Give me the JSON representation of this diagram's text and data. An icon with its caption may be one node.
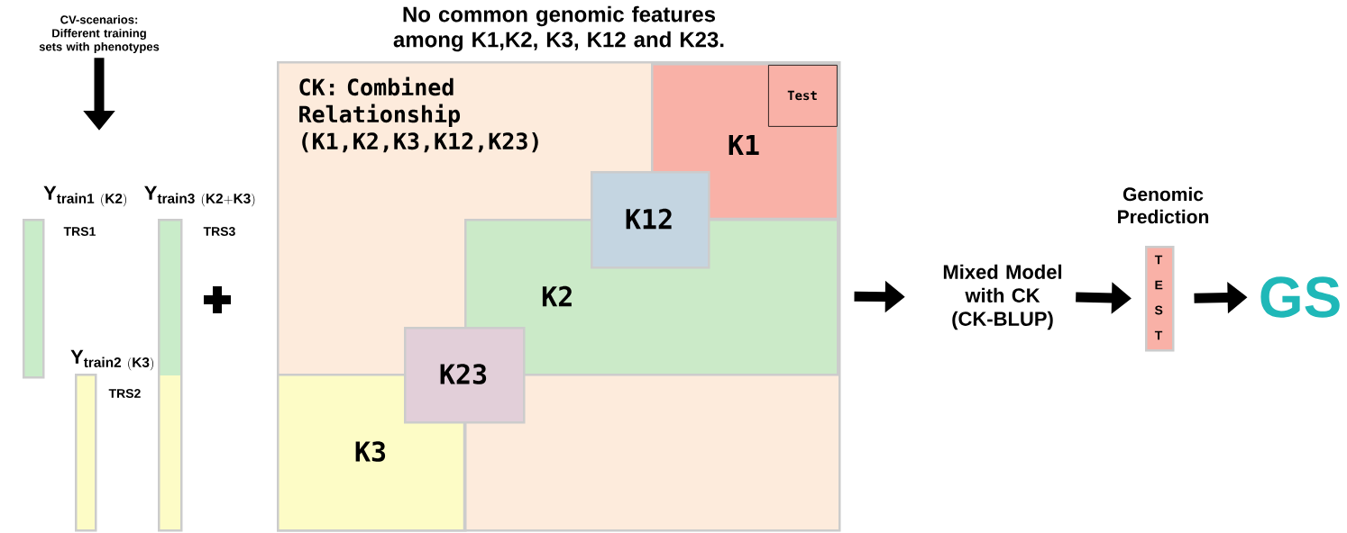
{
  "diagram": {
    "title": "No common genomic features among K1,K2, K3, K12 and K23.",
    "nodes": [
      {
        "text": [
          "CV-scenarios: Different training sets with phenotypes"
        ]
      },
      {
        "text": [
          "\\mathbf{Y}_{\\mathbf{train1\\ (K2)}}",
          "TRS1"
        ]
      },
      {
        "text": [
          "\\mathbf{Y}_{\\mathbf{train2\\ (K3)}}",
          "TRS2"
        ]
      },
      {
        "text": [
          "\\mathbf{Y}_{\\mathbf{train3\\ (K2+K3)}}",
          "TRS3"
        ]
      },
      {
        "text": [
          "CK: Combined Relationship (K1,K2,K3,K12,K23)"
        ]
      },
      {
        "text": [
          "K1"
        ],
        "in": 4
      },
      {
        "text": [
          "Test"
        ],
        "in": 5
      },
      {
        "text": [
          "K12"
        ],
        "in": 4
      },
      {
        "text": [
          "K2"
        ],
        "in": 4
      },
      {
        "text": [
          "K23"
        ],
        "in": 4
      },
      {
        "text": [
          "K3"
        ],
        "in": 4
      },
      {
        "text": [
          "Mixed Model with CK (CK-BLUP)"
        ]
      },
      {
        "text": [
          "Genomic Prediction",
          "T E S T"
        ]
      },
      {
        "text": [
          "GS"
        ]
      }
    ],
    "edges": [
      {
        "from": 0,
        "to": null,
        "arrow": "to"
      },
      {
        "from": 4,
        "to": 11,
        "arrow": "to"
      },
      {
        "from": 11,
        "to": 12,
        "arrow": "to"
      },
      {
        "from": 12,
        "to": 13,
        "arrow": "to"
      }
    ]
  }
}
